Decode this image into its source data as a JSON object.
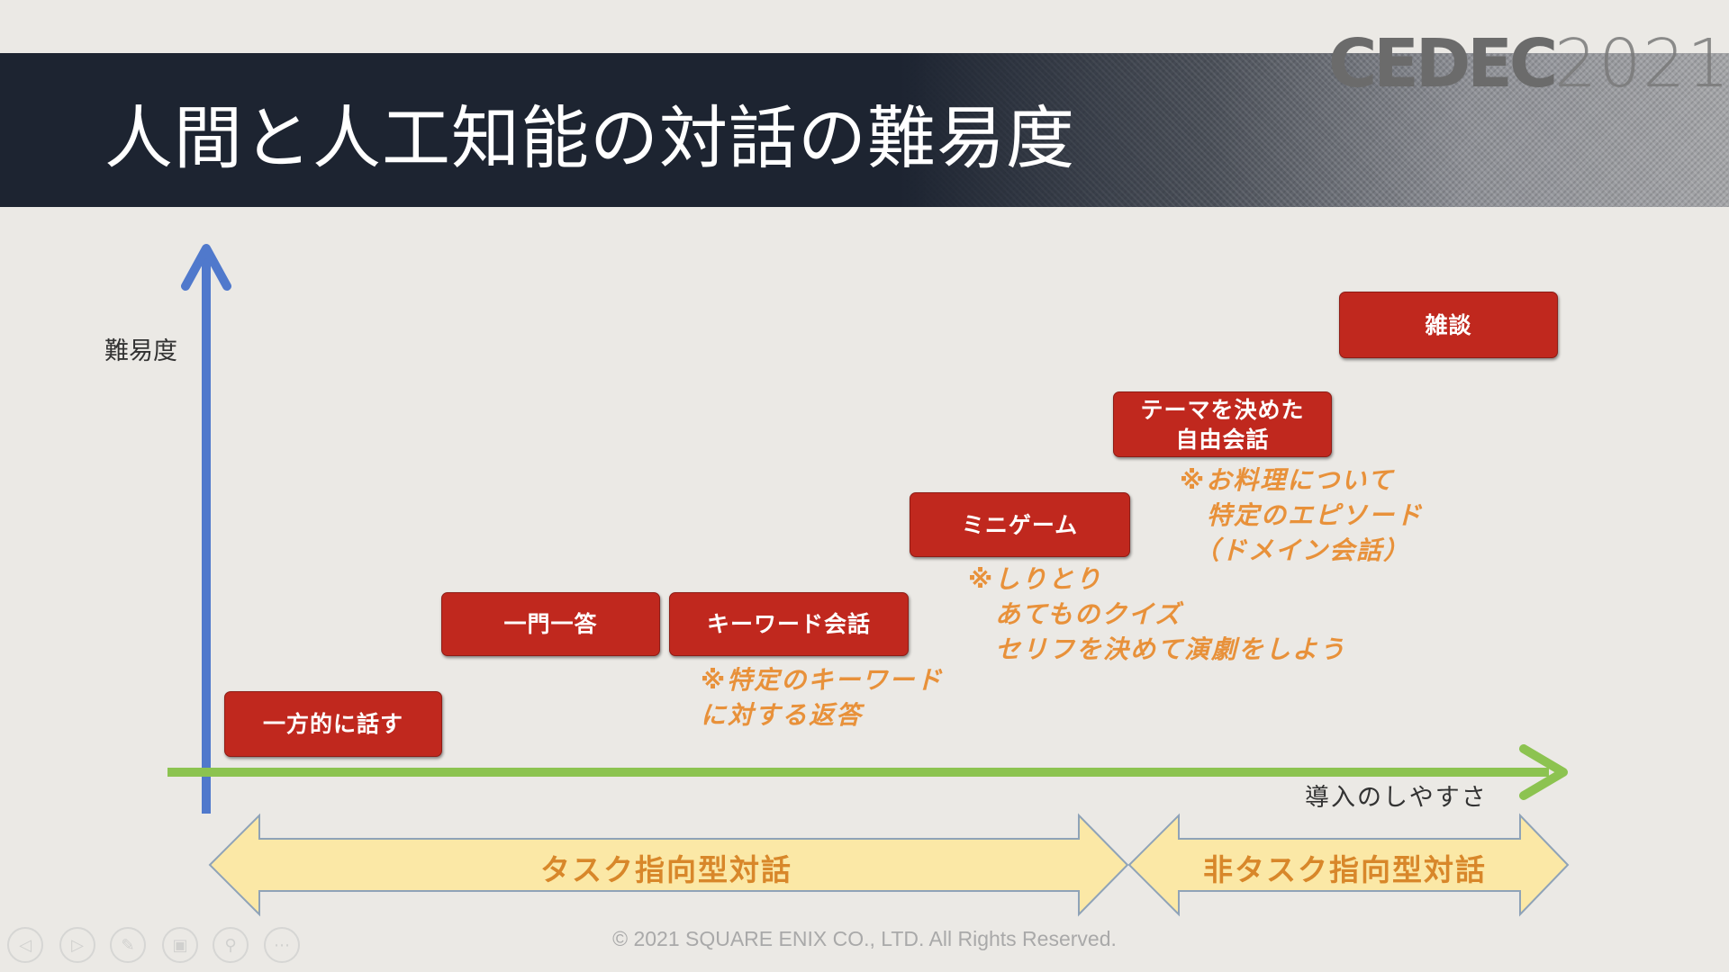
{
  "slide": {
    "title": "人間と人工知能の対話の難易度",
    "logo_text": "CEDEC2021",
    "logo_main": "CEDEC",
    "logo_year": "2021",
    "y_axis_label": "難易度",
    "x_axis_label": "導入のしやすさ",
    "boxes": [
      {
        "label": "一方的に話す"
      },
      {
        "label": "一門一答"
      },
      {
        "label": "キーワード会話"
      },
      {
        "label": "ミニゲーム"
      },
      {
        "label": "テーマを決めた\n自由会話"
      },
      {
        "label": "雑談"
      }
    ],
    "notes": {
      "keyword": "※特定のキーワード\nに対する返答",
      "minigame": "※しりとり\n　あてものクイズ\n　セリフを決めて演劇をしよう",
      "theme": "※お料理について\n　特定のエピソード\n　（ドメイン会話）"
    },
    "bands": {
      "task": "タスク指向型対話",
      "non_task": "非タスク指向型対話"
    },
    "copyright": "© 2021 SQUARE ENIX CO., LTD. All Rights Reserved."
  },
  "colors": {
    "box": "#c0281e",
    "note": "#e8913a",
    "y_axis": "#5079cc",
    "x_axis": "#8cc350",
    "band_fill": "#fbe8a6"
  },
  "controls": [
    {
      "icon": "previous-icon",
      "glyph": "◁"
    },
    {
      "icon": "next-icon",
      "glyph": "▷"
    },
    {
      "icon": "pen-icon",
      "glyph": "✎"
    },
    {
      "icon": "slides-icon",
      "glyph": "▣"
    },
    {
      "icon": "zoom-icon",
      "glyph": "⚲"
    },
    {
      "icon": "more-icon",
      "glyph": "⋯"
    }
  ]
}
